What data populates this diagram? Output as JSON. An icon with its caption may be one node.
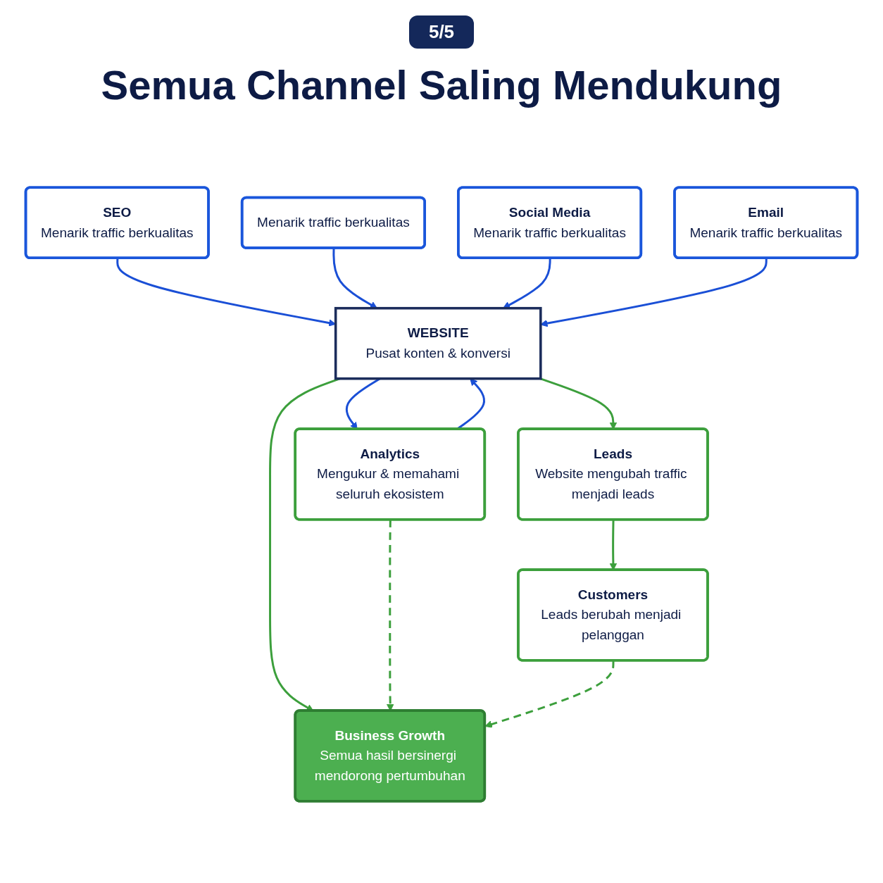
{
  "diagram": {
    "title": "Semua Channel Saling Mendukung",
    "nodes": [
      {
        "text": [
          "SEO",
          "Menarik traffic berkualitas"
        ]
      },
      {
        "text": [
          "Menarik traffic berkualitas"
        ]
      },
      {
        "text": [
          "Social Media",
          "Menarik traffic berkualitas"
        ]
      },
      {
        "text": [
          "Email",
          "Menarik traffic berkualitas"
        ]
      },
      {
        "text": [
          "Analytics",
          "Mengukur & memahami seluruh ekosistem"
        ]
      },
      {
        "text": [
          "WEBSITE",
          "Pusat konten & konversi"
        ]
      },
      {
        "text": [
          "Leads",
          "Website mengubah traffic menjadi leads"
        ]
      },
      {
        "text": [
          "Customers",
          "Leads berubah menjadi pelanggan"
        ]
      },
      {
        "text": [
          "Business Growth",
          "Semua hasil bersinergi mendorong pertumbuhan"
        ]
      }
    ],
    "edges": [
      {
        "from": 0,
        "to": 5,
        "arrow": "to"
      },
      {
        "from": 1,
        "to": 5,
        "arrow": "to"
      },
      {
        "from": 2,
        "to": 5,
        "arrow": "to"
      },
      {
        "from": 3,
        "to": 5,
        "arrow": "to"
      },
      {
        "from": 4,
        "to": 5,
        "arrow": "to"
      },
      {
        "from": 5,
        "to": 4,
        "arrow": "to"
      },
      {
        "from": 5,
        "to": 6,
        "arrow": "to",
        "color": "#3c9f3c"
      },
      {
        "from": 6,
        "to": 7,
        "arrow": "to",
        "color": "#3c9f3c"
      },
      {
        "from": 5,
        "to": 8,
        "arrow": "to",
        "color": "#3c9f3c"
      },
      {
        "from": 4,
        "to": 8,
        "arrow": "to",
        "style": "dashed",
        "color": "#3c9f3c"
      },
      {
        "from": 7,
        "to": 8,
        "arrow": "to",
        "style": "dashed",
        "color": "#3c9f3c"
      }
    ],
    "labels": [
      "5/5"
    ]
  }
}
